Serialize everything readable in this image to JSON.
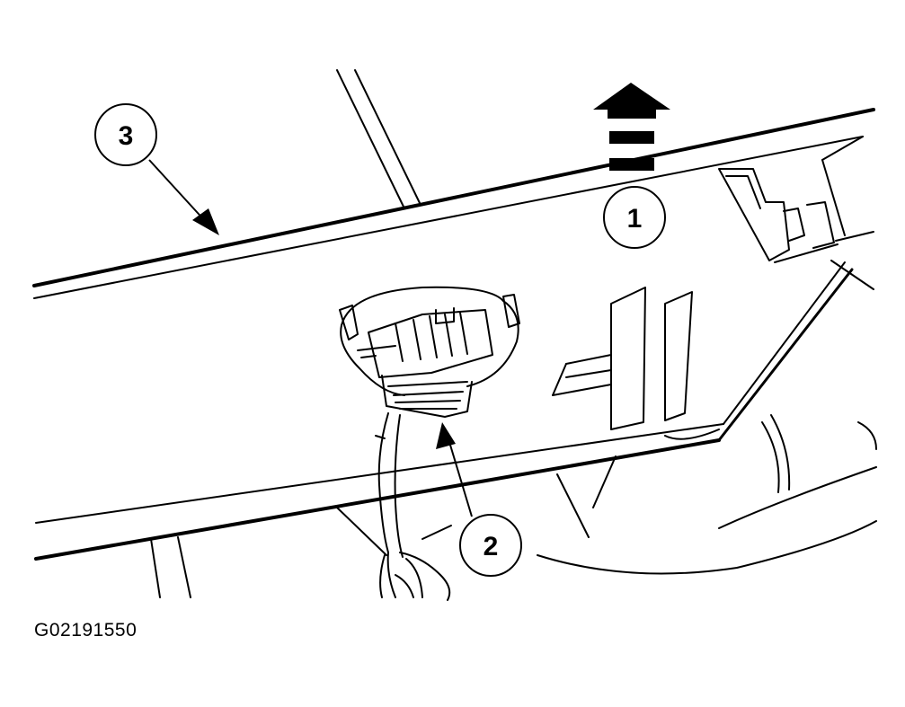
{
  "callouts": [
    {
      "id": "callout-1",
      "label": "1"
    },
    {
      "id": "callout-2",
      "label": "2"
    },
    {
      "id": "callout-3",
      "label": "3"
    }
  ],
  "figure_code": "G02191550"
}
